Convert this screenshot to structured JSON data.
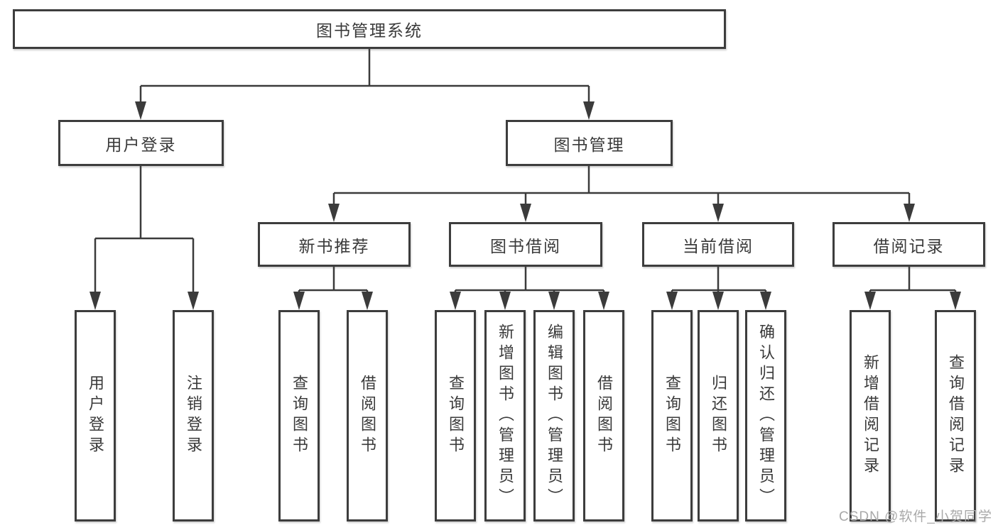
{
  "tree": {
    "label": "图书管理系统",
    "children": [
      {
        "label": "用户登录",
        "children": [
          {
            "label": "用户登录"
          },
          {
            "label": "注销登录"
          }
        ]
      },
      {
        "label": "图书管理",
        "children": [
          {
            "label": "新书推荐",
            "children": [
              {
                "label": "查询图书"
              },
              {
                "label": "借阅图书"
              }
            ]
          },
          {
            "label": "图书借阅",
            "children": [
              {
                "label": "查询图书"
              },
              {
                "label": "新增图书（管理员）"
              },
              {
                "label": "编辑图书（管理员）"
              },
              {
                "label": "借阅图书"
              }
            ]
          },
          {
            "label": "当前借阅",
            "children": [
              {
                "label": "查询图书"
              },
              {
                "label": "归还图书"
              },
              {
                "label": "确认归还（管理员）"
              }
            ]
          },
          {
            "label": "借阅记录",
            "children": [
              {
                "label": "新增借阅记录"
              },
              {
                "label": "查询借阅记录"
              }
            ]
          }
        ]
      }
    ]
  },
  "watermark": "CSDN @软件_小贺同学",
  "colors": {
    "line": "#3b3b3b",
    "box_border": "#3d3d3d",
    "text": "#3a3a3a",
    "watermark_text": "#a9a9a9",
    "background": "#ffffff"
  }
}
